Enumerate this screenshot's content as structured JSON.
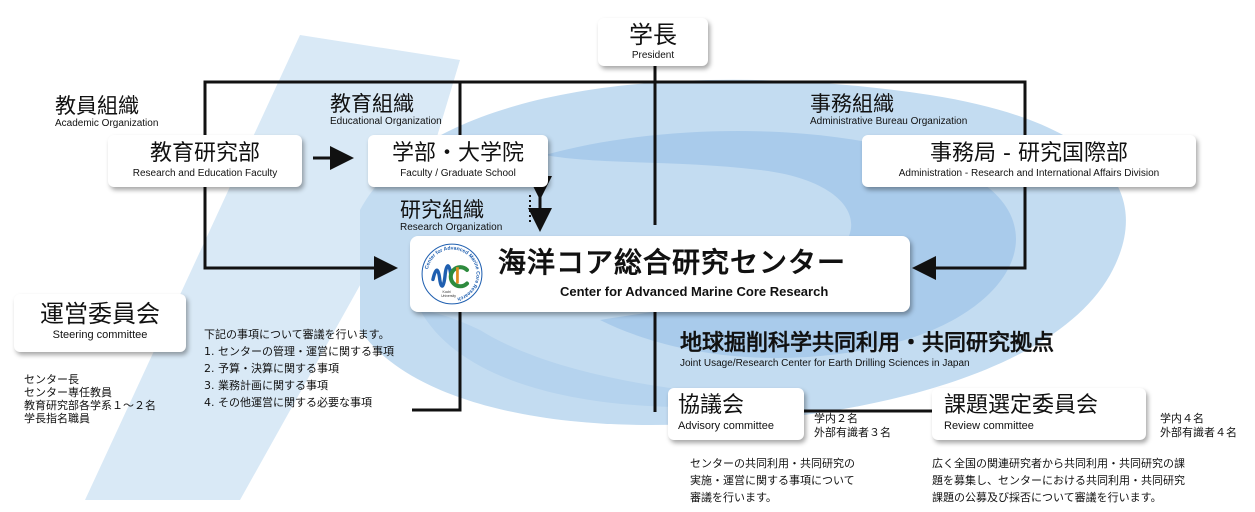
{
  "colors": {
    "swoosh_light": "#d9e9f6",
    "swoosh_mid": "#b5d3ee",
    "swoosh_dark": "#9cc4e8",
    "line": "#111111",
    "logo_green": "#2e8b3e",
    "logo_blue": "#1f5fb0"
  },
  "president": {
    "jp": "学長",
    "en": "President"
  },
  "academic_org": {
    "jp": "教員組織",
    "en": "Academic Organization"
  },
  "educational_org": {
    "jp": "教育組織",
    "en": "Educational Organization"
  },
  "admin_org": {
    "jp": "事務組織",
    "en": "Administrative Bureau Organization"
  },
  "research_org": {
    "jp": "研究組織",
    "en": "Research Organization"
  },
  "research_faculty": {
    "jp": "教育研究部",
    "en": "Research and Education Faculty"
  },
  "faculty_school": {
    "jp": "学部・大学院",
    "en": "Faculty / Graduate School"
  },
  "admin_division": {
    "jp": "事務局 - 研究国際部",
    "en": "Administration - Research and International Affairs Division"
  },
  "center": {
    "jp": "海洋コア総合研究センター",
    "en": "Center for Advanced Marine Core Research",
    "logo_ring_text": "Center for Advanced Marine Core Research",
    "logo_sub1": "Kochi",
    "logo_sub2": "University"
  },
  "steering": {
    "jp": "運営委員会",
    "en": "Steering committee",
    "members": [
      "センター長",
      "センター専任教員",
      "教育研究部各学系１～２名",
      "学長指名職員"
    ],
    "duties": [
      "下記の事項について審議を行います。",
      "1. センターの管理・運営に関する事項",
      "2. 予算・決算に関する事項",
      "3. 業務計画に関する事項",
      "4. その他運営に関する必要な事項"
    ]
  },
  "joint_usage": {
    "jp": "地球掘削科学共同利用・共同研究拠点",
    "en": "Joint Usage/Research Center for Earth Drilling Sciences in Japan"
  },
  "advisory": {
    "jp": "協議会",
    "en": "Advisory committee",
    "members": [
      "学内２名",
      "外部有識者３名"
    ],
    "duties": [
      "センターの共同利用・共同研究の",
      "実施・運営に関する事項について",
      "審議を行います。"
    ]
  },
  "review": {
    "jp": "課題選定委員会",
    "en": "Review committee",
    "members": [
      "学内４名",
      "外部有識者４名"
    ],
    "duties": [
      "広く全国の関連研究者から共同利用・共同研究の課",
      "題を募集し、センターにおける共同利用・共同研究",
      "課題の公募及び採否について審議を行います。"
    ]
  }
}
